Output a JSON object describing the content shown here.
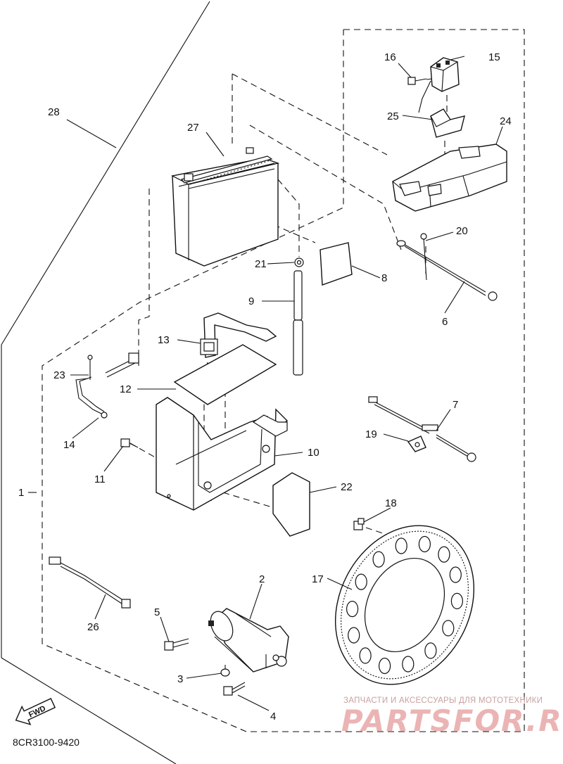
{
  "diagram": {
    "drawing_code": "8CR3100-9420",
    "fwd_label": "FWD",
    "watermark": {
      "tagline": "ЗАПЧАСТИ И АКСЕССУАРЫ ДЛЯ МОТОТЕХНИКИ",
      "brand": "PARTSFOR.RU"
    },
    "callouts": [
      "1",
      "2",
      "3",
      "4",
      "5",
      "6",
      "7",
      "8",
      "9",
      "10",
      "11",
      "12",
      "13",
      "14",
      "15",
      "16",
      "17",
      "18",
      "19",
      "20",
      "21",
      "22",
      "23",
      "24",
      "25",
      "26",
      "27",
      "28"
    ]
  }
}
